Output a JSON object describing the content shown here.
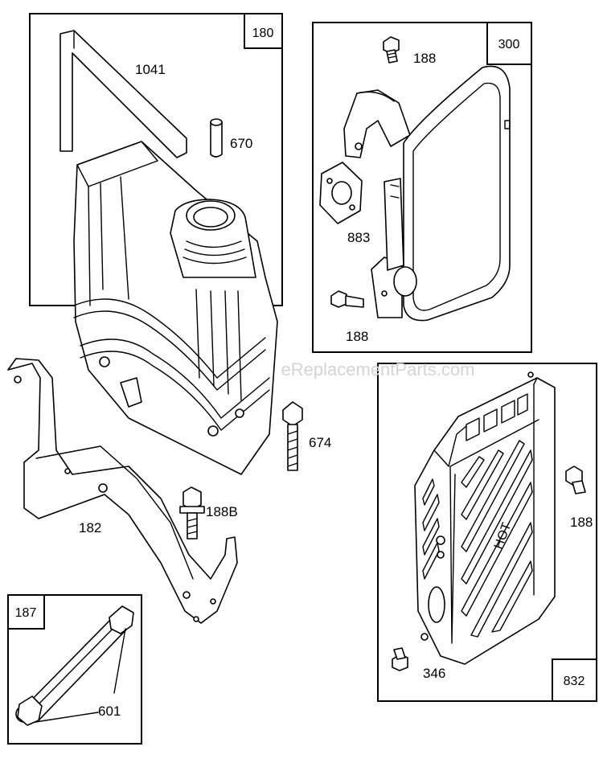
{
  "watermark": "eReplacementParts.com",
  "groups": [
    {
      "tag": "180"
    },
    {
      "tag": "300"
    },
    {
      "tag": "832"
    },
    {
      "tag": "187"
    }
  ],
  "callouts": {
    "p1041": "1041",
    "p670": "670",
    "p188_top": "188",
    "p883": "883",
    "p188_mid": "188",
    "p674": "674",
    "p188b": "188B",
    "p182": "182",
    "p188_right": "188",
    "p346": "346",
    "p601": "601"
  },
  "stamp": "HOT"
}
